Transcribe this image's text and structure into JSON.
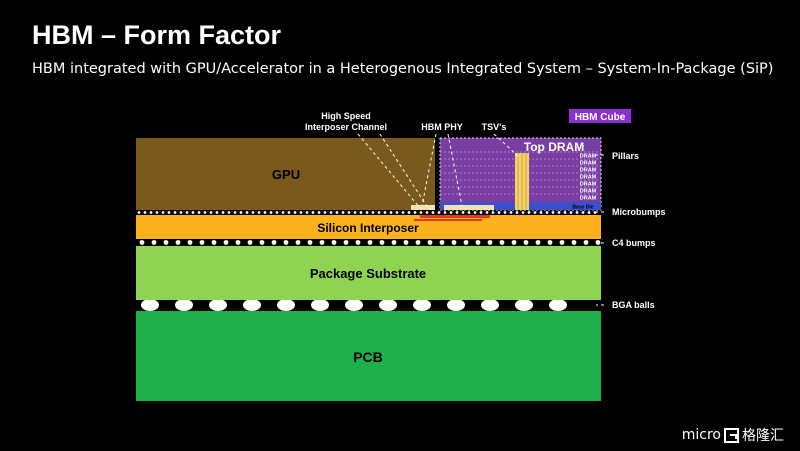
{
  "slide": {
    "title": "HBM – Form Factor",
    "subtitle": "HBM integrated with GPU/Accelerator in a Heterogenous Integrated System – System-In-Package (SiP)"
  },
  "diagram": {
    "layers": {
      "gpu": "GPU",
      "interposer": "Silicon Interposer",
      "substrate": "Package Substrate",
      "pcb": "PCB"
    },
    "hbm": {
      "cube_label": "HBM Cube",
      "top_dram": "Top DRAM",
      "dram_label": "DRAM",
      "dram_count": 7,
      "base_die": "Base Die"
    },
    "callouts": {
      "interposer_channel_line1": "High Speed",
      "interposer_channel_line2": "Interposer Channel",
      "hbm_phy": "HBM PHY",
      "tsvs": "TSV's"
    },
    "side_labels": {
      "pillars": "Pillars",
      "microbumps": "Microbumps",
      "c4_bumps": "C4 bumps",
      "bga_balls": "BGA balls"
    },
    "colors": {
      "gpu": "#7a5a1c",
      "hbm_stack": "#7a3ea2",
      "base_die": "#3c4fcf",
      "interposer": "#fcb21f",
      "substrate": "#8fd352",
      "pcb": "#1faf4a",
      "cube_label": "#8a2fd0",
      "phy": "#f3e2ae",
      "channel": "#e2391a"
    }
  },
  "footer": {
    "logo_text": "micro",
    "logo_suffix": "格隆汇"
  }
}
